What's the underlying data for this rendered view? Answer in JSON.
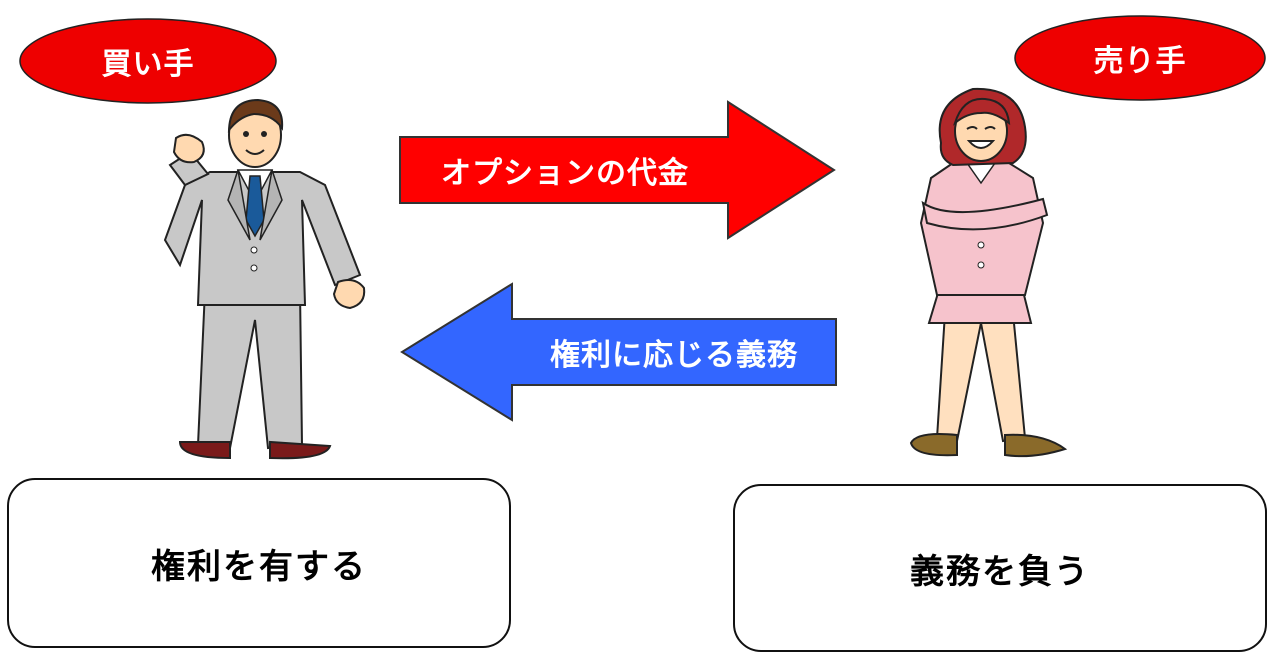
{
  "buyer": {
    "role_label": "買い手",
    "box_label": "権利を有する"
  },
  "seller": {
    "role_label": "売り手",
    "box_label": "義務を負う"
  },
  "arrows": {
    "to_seller": {
      "label": "オプションの代金",
      "color": "#ff0000"
    },
    "to_buyer": {
      "label": "権利に応じる義務",
      "color": "#3366ff"
    }
  },
  "colors": {
    "ellipse_fill": "#ee0000",
    "buyer_suit": "#c8c8c8",
    "buyer_tie": "#1a5a9a",
    "seller_suit": "#f6c3cc",
    "seller_hair": "#b0282a"
  }
}
